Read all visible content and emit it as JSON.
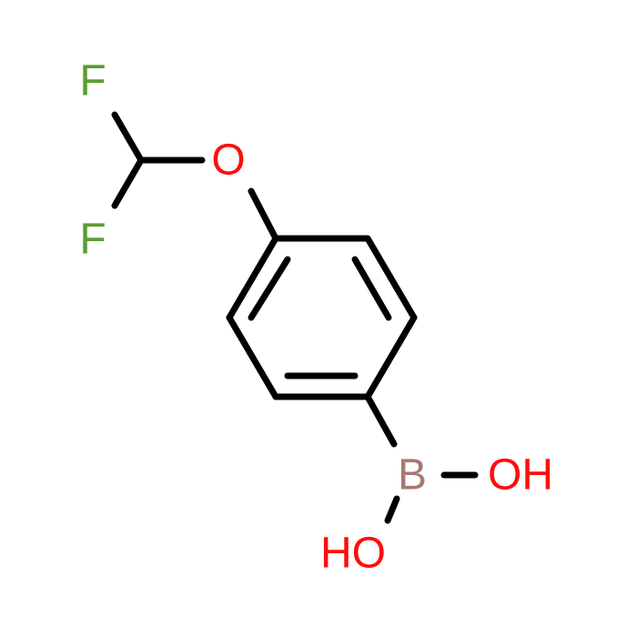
{
  "molecule": {
    "atoms": {
      "f_top": {
        "symbol": "F",
        "color": "#5a9e2f"
      },
      "f_bottom": {
        "symbol": "F",
        "color": "#5a9e2f"
      },
      "oxygen": {
        "symbol": "O",
        "color": "#ff0d0d"
      },
      "boron": {
        "symbol": "B",
        "color": "#a57b72"
      },
      "hydroxyl_right": {
        "symbol": "OH",
        "color": "#ff0d0d"
      },
      "hydroxyl_left": {
        "symbol": "HO",
        "color": "#ff0d0d"
      }
    }
  }
}
